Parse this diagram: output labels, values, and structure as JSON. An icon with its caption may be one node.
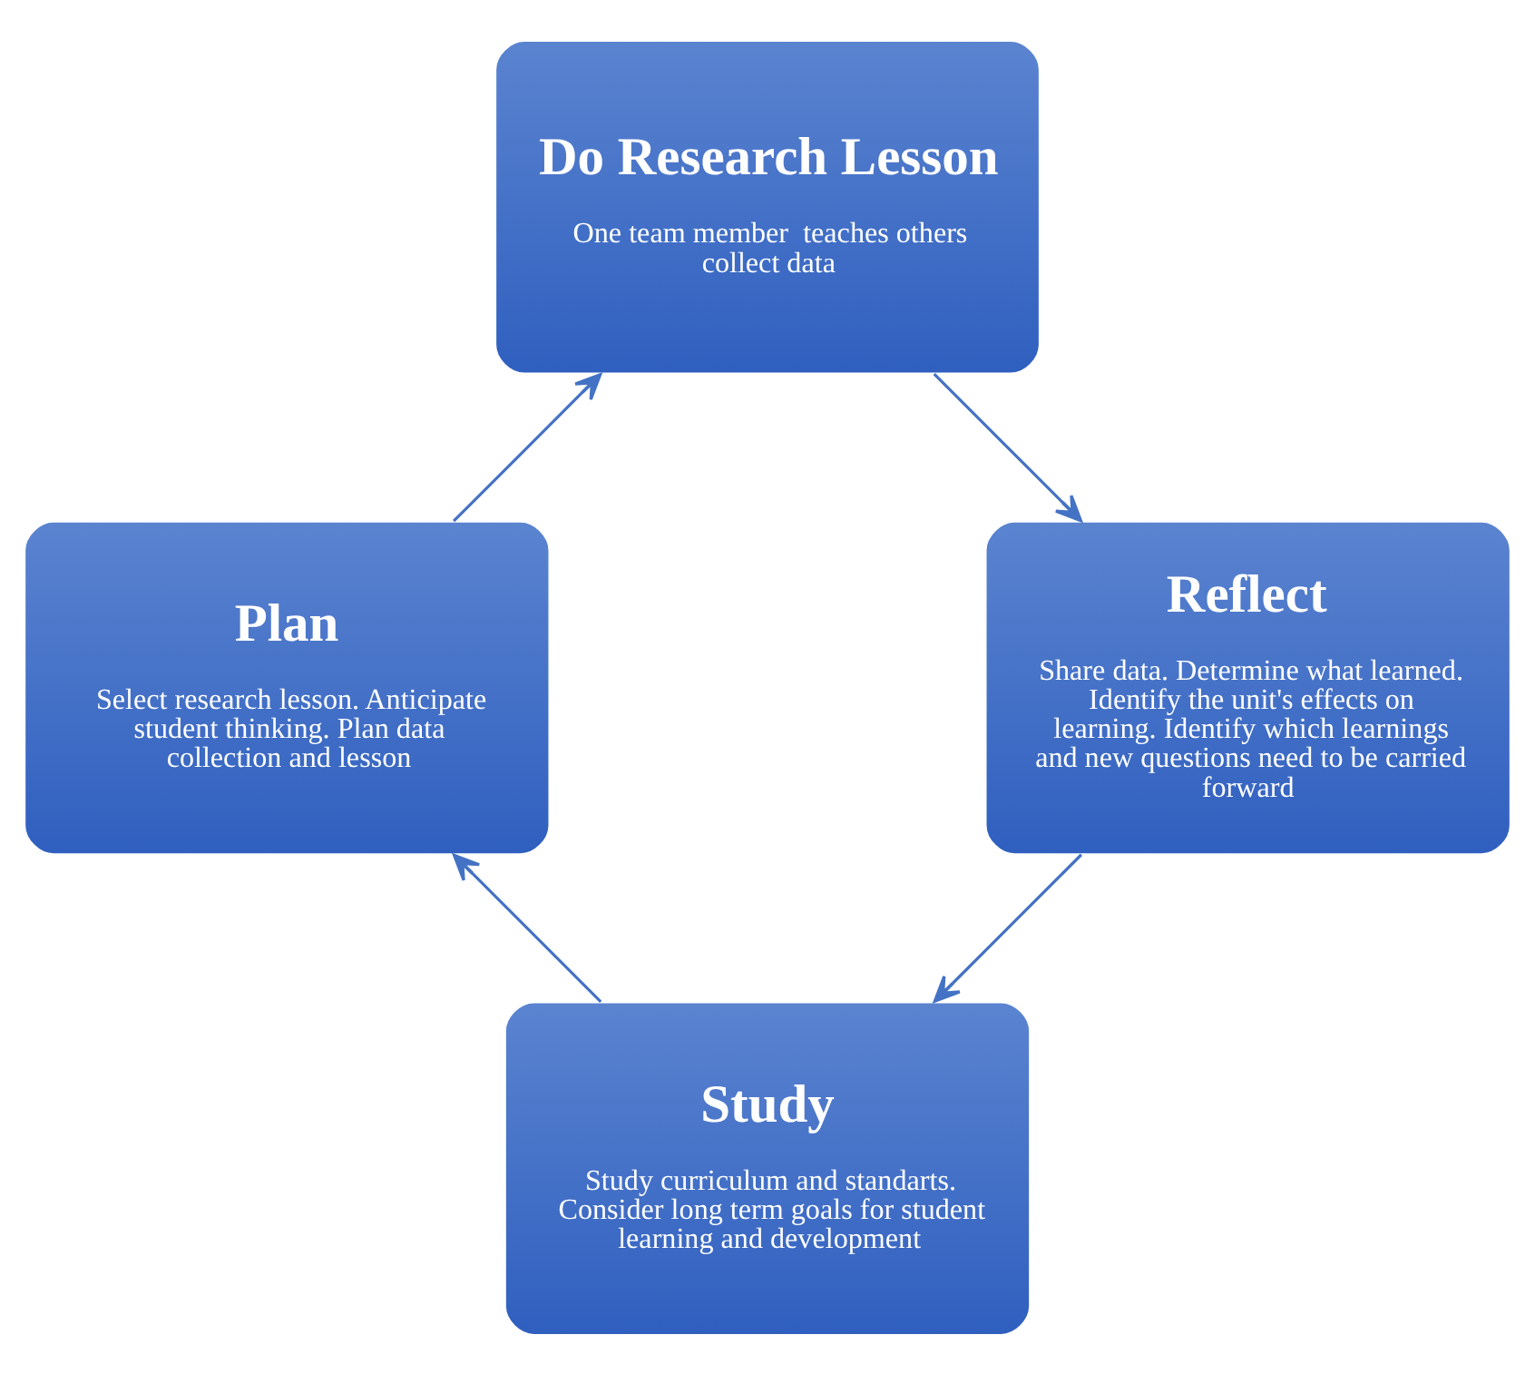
{
  "diagram": {
    "nodes": [
      {
        "text": [
          "Study",
          "Study curriculum and standarts. Consider long term goals for student learning and development"
        ]
      },
      {
        "text": [
          "Plan",
          "Select research lesson. Anticipate student thinking. Plan data collection and lesson"
        ]
      },
      {
        "text": [
          "Do Research Lesson",
          "One team member  teaches others collect data"
        ]
      },
      {
        "text": [
          "Reflect",
          "Share data. Determine what learned. Identify the unit's effects on learning. Identify which learnings and new questions need to be carried forward"
        ]
      }
    ],
    "edges": [
      {
        "from": 0,
        "to": 1,
        "arrow": "to"
      },
      {
        "from": 1,
        "to": 2,
        "arrow": "to"
      },
      {
        "from": 2,
        "to": 3,
        "arrow": "to"
      },
      {
        "from": 3,
        "to": 0,
        "arrow": "to"
      }
    ]
  }
}
